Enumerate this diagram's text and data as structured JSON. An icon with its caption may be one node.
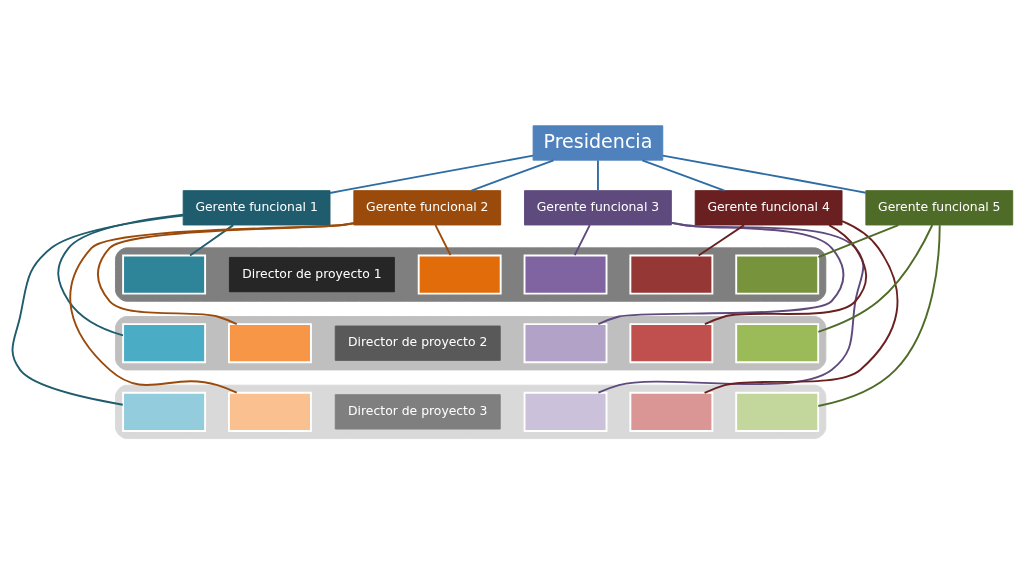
{
  "diagram": {
    "nodes": [
      {
        "text": [
          "Presidencia"
        ]
      },
      {
        "text": [
          "Gerente funcional 1"
        ]
      },
      {
        "text": [
          "Gerente funcional 2"
        ]
      },
      {
        "text": [
          "Gerente funcional 3"
        ]
      },
      {
        "text": [
          "Gerente funcional 4"
        ]
      },
      {
        "text": [
          "Gerente funcional 5"
        ]
      },
      {
        "text": [],
        "shape": "band"
      },
      {
        "text": [
          "Director de proyecto 1"
        ],
        "in": 6
      },
      {
        "text": [],
        "shape": "box",
        "in": 6
      },
      {
        "text": [],
        "shape": "box",
        "in": 6
      },
      {
        "text": [],
        "shape": "box",
        "in": 6
      },
      {
        "text": [],
        "shape": "box",
        "in": 6
      },
      {
        "text": [],
        "shape": "box",
        "in": 6
      },
      {
        "text": [],
        "shape": "band"
      },
      {
        "text": [
          "Director de proyecto 2"
        ],
        "in": 13
      },
      {
        "text": [],
        "shape": "box",
        "in": 13
      },
      {
        "text": [],
        "shape": "box",
        "in": 13
      },
      {
        "text": [],
        "shape": "box",
        "in": 13
      },
      {
        "text": [],
        "shape": "box",
        "in": 13
      },
      {
        "text": [],
        "shape": "box",
        "in": 13
      },
      {
        "text": [],
        "shape": "band"
      },
      {
        "text": [
          "Director de proyecto 3"
        ],
        "in": 20
      },
      {
        "text": [],
        "shape": "box",
        "in": 20
      },
      {
        "text": [],
        "shape": "box",
        "in": 20
      },
      {
        "text": [],
        "shape": "box",
        "in": 20
      },
      {
        "text": [],
        "shape": "box",
        "in": 20
      },
      {
        "text": [],
        "shape": "box",
        "in": 20
      }
    ],
    "edges": [
      {
        "from": 0,
        "to": 1,
        "arrow": "none",
        "color": "#2e6da4"
      },
      {
        "from": 0,
        "to": 2,
        "arrow": "none",
        "color": "#2e6da4"
      },
      {
        "from": 0,
        "to": 3,
        "arrow": "none",
        "color": "#2e6da4"
      },
      {
        "from": 0,
        "to": 4,
        "arrow": "none",
        "color": "#2e6da4"
      },
      {
        "from": 0,
        "to": 5,
        "arrow": "none",
        "color": "#2e6da4"
      },
      {
        "from": 1,
        "to": 8,
        "arrow": "none",
        "color": "#1f5c6e"
      },
      {
        "from": 1,
        "to": 15,
        "arrow": "none",
        "color": "#1f5c6e"
      },
      {
        "from": 1,
        "to": 22,
        "arrow": "none",
        "color": "#1f5c6e"
      },
      {
        "from": 2,
        "to": 9,
        "arrow": "none",
        "color": "#9a4a0a"
      },
      {
        "from": 2,
        "to": 16,
        "arrow": "none",
        "color": "#9a4a0a"
      },
      {
        "from": 2,
        "to": 23,
        "arrow": "none",
        "color": "#9a4a0a"
      },
      {
        "from": 3,
        "to": 10,
        "arrow": "none",
        "color": "#5f4a7e"
      },
      {
        "from": 3,
        "to": 17,
        "arrow": "none",
        "color": "#5f4a7e"
      },
      {
        "from": 3,
        "to": 24,
        "arrow": "none",
        "color": "#5f4a7e"
      },
      {
        "from": 4,
        "to": 11,
        "arrow": "none",
        "color": "#6a2020"
      },
      {
        "from": 4,
        "to": 18,
        "arrow": "none",
        "color": "#6a2020"
      },
      {
        "from": 4,
        "to": 25,
        "arrow": "none",
        "color": "#6a2020"
      },
      {
        "from": 5,
        "to": 12,
        "arrow": "none",
        "color": "#4f6b28"
      },
      {
        "from": 5,
        "to": 19,
        "arrow": "none",
        "color": "#4f6b28"
      },
      {
        "from": 5,
        "to": 26,
        "arrow": "none",
        "color": "#4f6b28"
      }
    ]
  }
}
